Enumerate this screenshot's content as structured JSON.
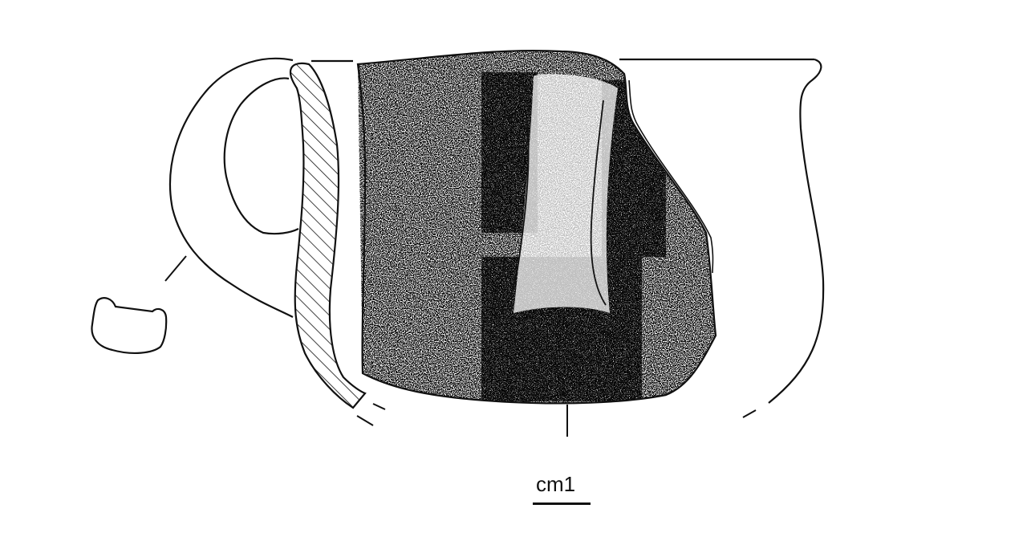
{
  "figure": {
    "subject": "handled cup profile drawing",
    "elements": [
      "handle-section",
      "profile-wall-section",
      "stippled-exterior-fragment",
      "reconstructed-outline",
      "center-axis-line"
    ]
  },
  "scale": {
    "label": "cm1",
    "bar_length_cm": 1
  },
  "colors": {
    "ink": "#111111",
    "background": "#ffffff"
  }
}
